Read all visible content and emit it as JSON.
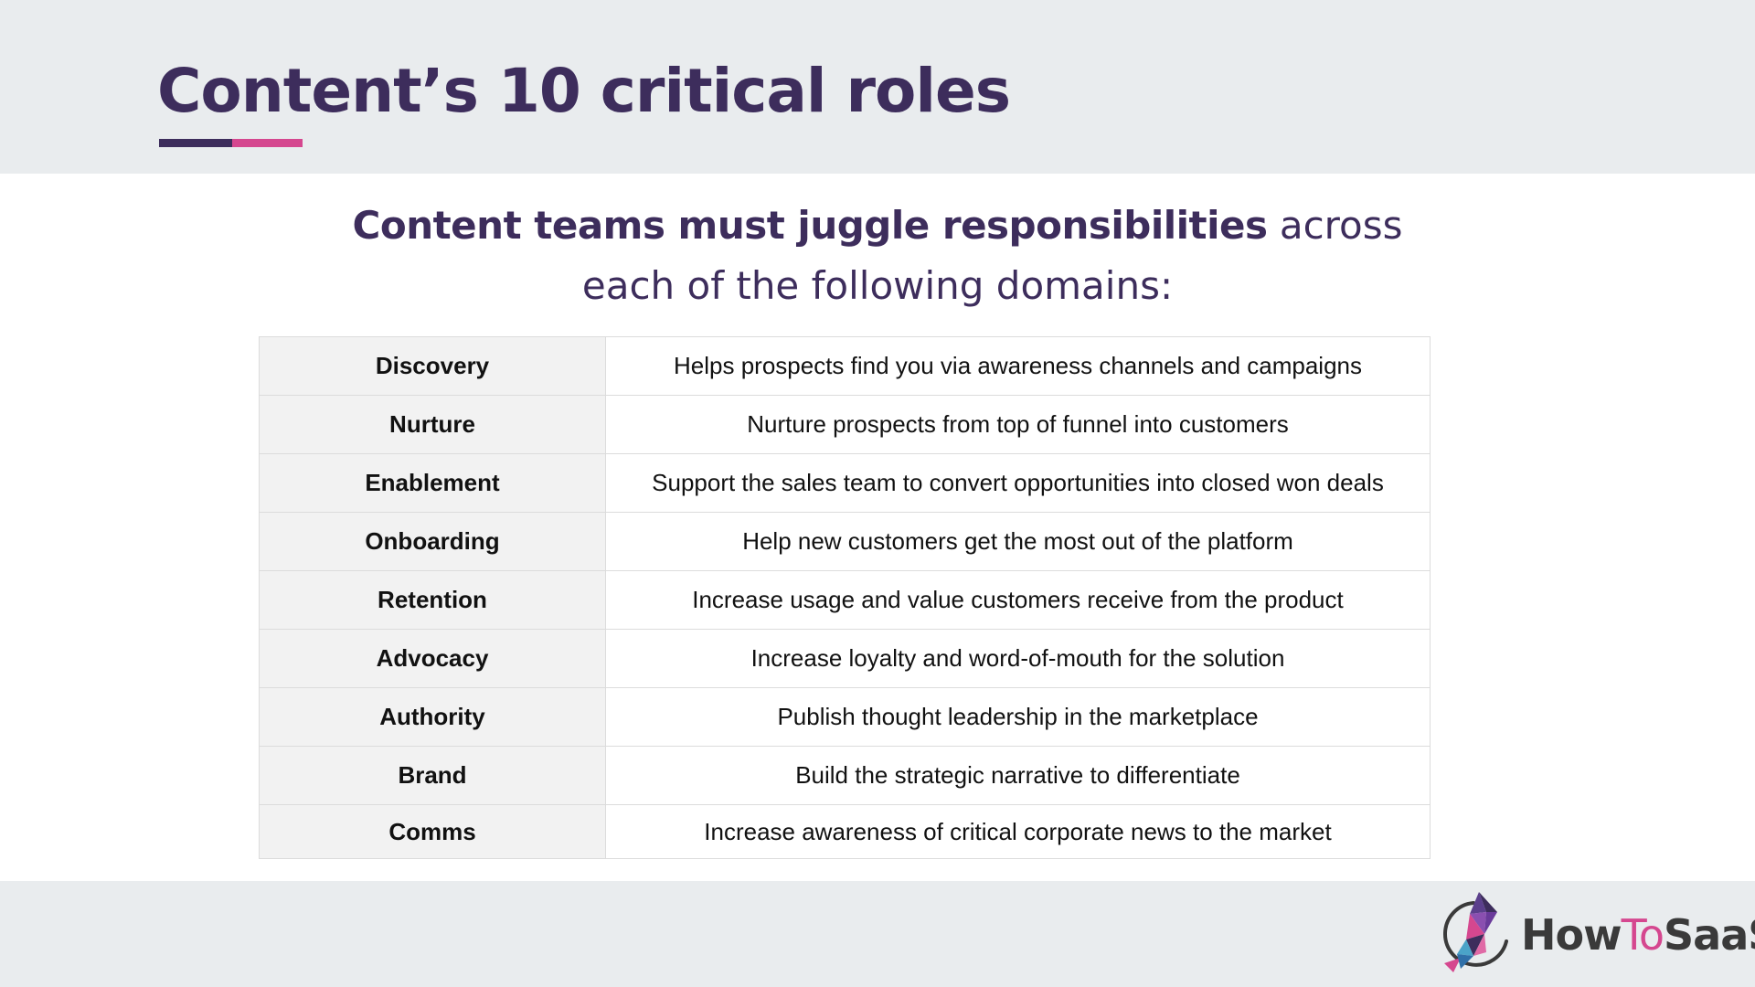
{
  "header": {
    "title": "Content’s 10 critical roles"
  },
  "subtitle": {
    "bold": "Content teams must juggle responsibilities",
    "rest_line1": " across",
    "line2": "each of the following domains:"
  },
  "table": {
    "rows": [
      {
        "domain": "Discovery",
        "description": "Helps prospects find you via awareness channels and campaigns"
      },
      {
        "domain": "Nurture",
        "description": "Nurture prospects from top of funnel into customers"
      },
      {
        "domain": "Enablement",
        "description": "Support the sales team to convert opportunities into closed won deals"
      },
      {
        "domain": "Onboarding",
        "description": "Help new customers get the most out of the platform"
      },
      {
        "domain": "Retention",
        "description": "Increase usage and value customers receive from the product"
      },
      {
        "domain": "Advocacy",
        "description": "Increase loyalty and word-of-mouth for the solution"
      },
      {
        "domain": "Authority",
        "description": "Publish thought leadership in the marketplace"
      },
      {
        "domain": "Brand",
        "description": "Build the strategic narrative to differentiate"
      },
      {
        "domain": "Comms",
        "description": "Increase awareness of critical corporate news to the market"
      }
    ]
  },
  "logo": {
    "part1": "How",
    "part2": "To",
    "part3": "SaaS",
    "icon": "rocket-arrow-logo-icon"
  },
  "colors": {
    "brand_purple": "#3d2d5c",
    "brand_pink": "#d5478f",
    "band_gray": "#e9ecee"
  }
}
